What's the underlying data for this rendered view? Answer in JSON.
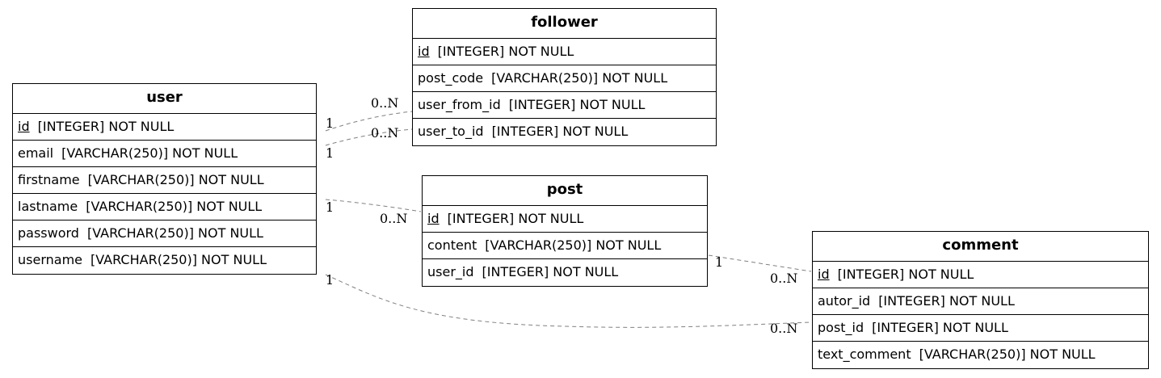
{
  "entities": {
    "user": {
      "title": "user",
      "columns": [
        {
          "name": "id",
          "type": "[INTEGER] NOT NULL",
          "pk": true
        },
        {
          "name": "email",
          "type": "[VARCHAR(250)] NOT NULL",
          "pk": false
        },
        {
          "name": "firstname",
          "type": "[VARCHAR(250)] NOT NULL",
          "pk": false
        },
        {
          "name": "lastname",
          "type": "[VARCHAR(250)] NOT NULL",
          "pk": false
        },
        {
          "name": "password",
          "type": "[VARCHAR(250)] NOT NULL",
          "pk": false
        },
        {
          "name": "username",
          "type": "[VARCHAR(250)] NOT NULL",
          "pk": false
        }
      ]
    },
    "follower": {
      "title": "follower",
      "columns": [
        {
          "name": "id",
          "type": "[INTEGER] NOT NULL",
          "pk": true
        },
        {
          "name": "post_code",
          "type": "[VARCHAR(250)] NOT NULL",
          "pk": false
        },
        {
          "name": "user_from_id",
          "type": "[INTEGER] NOT NULL",
          "pk": false
        },
        {
          "name": "user_to_id",
          "type": "[INTEGER] NOT NULL",
          "pk": false
        }
      ]
    },
    "post": {
      "title": "post",
      "columns": [
        {
          "name": "id",
          "type": "[INTEGER] NOT NULL",
          "pk": true
        },
        {
          "name": "content",
          "type": "[VARCHAR(250)] NOT NULL",
          "pk": false
        },
        {
          "name": "user_id",
          "type": "[INTEGER] NOT NULL",
          "pk": false
        }
      ]
    },
    "comment": {
      "title": "comment",
      "columns": [
        {
          "name": "id",
          "type": "[INTEGER] NOT NULL",
          "pk": true
        },
        {
          "name": "autor_id",
          "type": "[INTEGER] NOT NULL",
          "pk": false
        },
        {
          "name": "post_id",
          "type": "[INTEGER] NOT NULL",
          "pk": false
        },
        {
          "name": "text_comment",
          "type": "[VARCHAR(250)] NOT NULL",
          "pk": false
        }
      ]
    }
  },
  "relationships": [
    {
      "from": "user",
      "to": "follower",
      "from_card": "1",
      "to_card": "0..N"
    },
    {
      "from": "user",
      "to": "follower",
      "from_card": "1",
      "to_card": "0..N"
    },
    {
      "from": "user",
      "to": "post",
      "from_card": "1",
      "to_card": "0..N"
    },
    {
      "from": "post",
      "to": "comment",
      "from_card": "1",
      "to_card": "0..N"
    },
    {
      "from": "user",
      "to": "comment",
      "from_card": "1",
      "to_card": "0..N"
    }
  ],
  "colors": {
    "line": "#808080",
    "border": "#000000",
    "background": "#ffffff"
  }
}
